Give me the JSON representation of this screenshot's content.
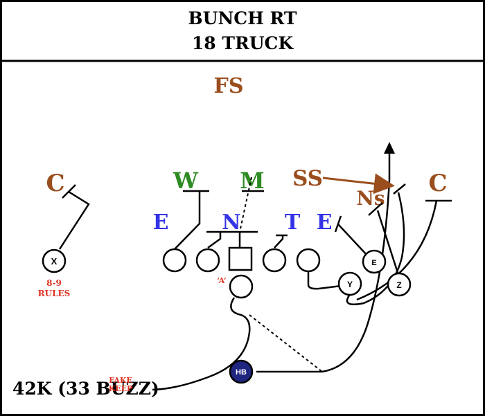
{
  "header": {
    "line1": "BUNCH RT",
    "line2": "18 TRUCK"
  },
  "colors": {
    "brown": "#9a4e1e",
    "green": "#2e8b23",
    "blue": "#3434e6",
    "red": "#e03322",
    "navy": "#1f2680"
  },
  "defense": {
    "fs": "FS",
    "c_left": "C",
    "w": "W",
    "m": "M",
    "ss": "SS",
    "ns": "Ns",
    "c_right": "C",
    "e_left": "E",
    "n": "N",
    "t": "T",
    "e_right": "E"
  },
  "offense": {
    "x": "X",
    "e": "E",
    "y": "Y",
    "z": "Z",
    "hb": "HB"
  },
  "notes": {
    "x_rule_1": "8-9",
    "x_rule_2": "RULES",
    "a_gap": "‘A’",
    "play_call": "42K (33 BUZZ)",
    "fake_1": "FAKE",
    "fake_2": "KEEP"
  }
}
